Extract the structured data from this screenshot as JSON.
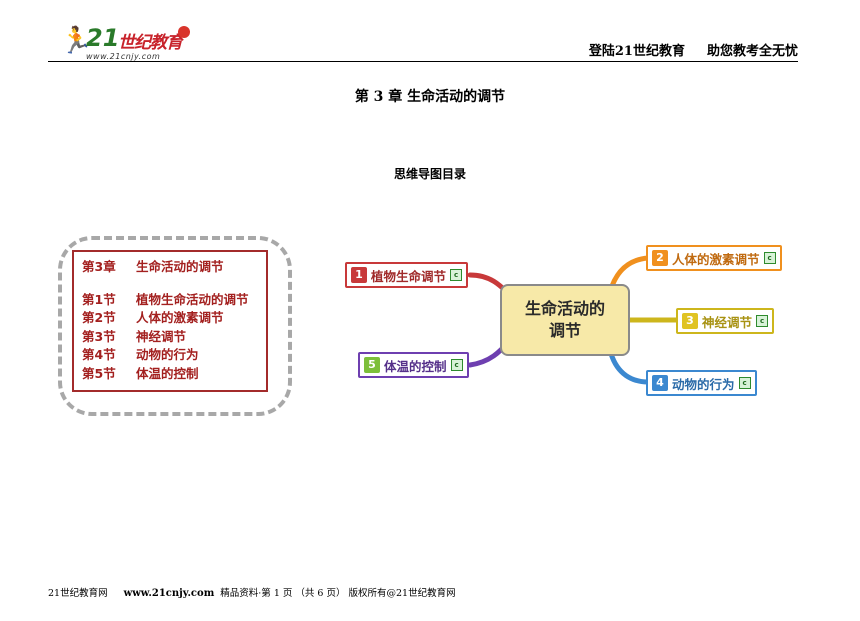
{
  "header": {
    "logo": {
      "num": "21",
      "cn": "世纪教育",
      "url": "www.21cnjy.com"
    },
    "slogan_left": "登陆21世纪教育",
    "slogan_right": "助您教考全无忧"
  },
  "chapter_title": "第 3 章   生命活动的调节",
  "section_title": "思维导图目录",
  "toc": [
    {
      "label": "第3章",
      "text": "生命活动的调节"
    },
    {
      "label": "第1节",
      "text": "植物生命活动的调节"
    },
    {
      "label": "第2节",
      "text": "人体的激素调节"
    },
    {
      "label": "第3节",
      "text": "神经调节"
    },
    {
      "label": "第4节",
      "text": "动物的行为"
    },
    {
      "label": "第5节",
      "text": "体温的控制"
    }
  ],
  "mindmap": {
    "center": {
      "line1": "生命活动的",
      "line2": "调节"
    },
    "badge": "c",
    "branches": [
      {
        "num": "1",
        "label": "植物生命调节",
        "color": "#c8393a"
      },
      {
        "num": "2",
        "label": "人体的激素调节",
        "color": "#f0901e"
      },
      {
        "num": "3",
        "label": "神经调节",
        "color": "#cdb61c"
      },
      {
        "num": "4",
        "label": "动物的行为",
        "color": "#3b88d0"
      },
      {
        "num": "5",
        "label": "体温的控制",
        "color": "#6e3fb0"
      }
    ]
  },
  "footer": {
    "left": "21世纪教育网",
    "site": "www.21cnjy.com",
    "right": "精品资料·第 1 页 （共 6 页） 版权所有@21世纪教育网"
  }
}
